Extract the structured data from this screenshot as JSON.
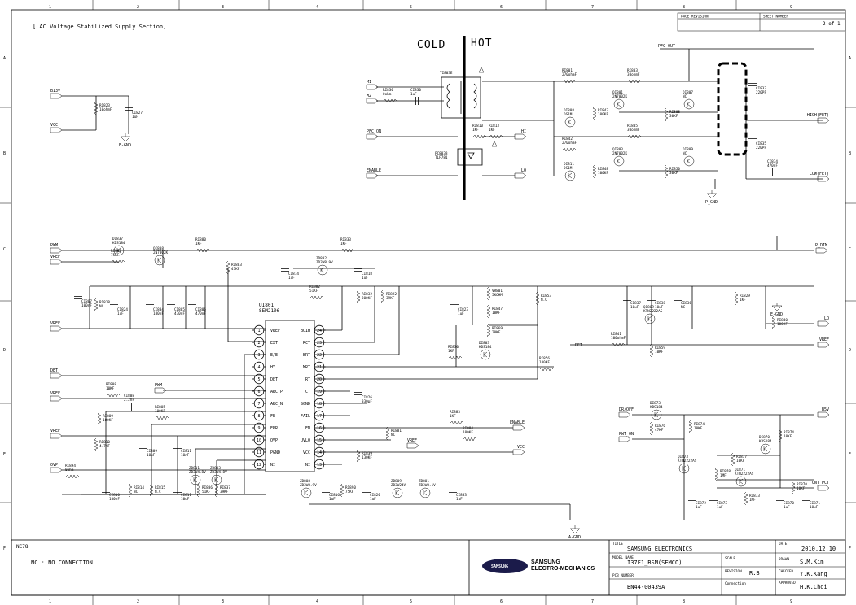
{
  "section_title": "[ AC Voltage Stabilized Supply Section]",
  "cold_label": "COLD",
  "hot_label": "HOT",
  "border": {
    "columns": [
      "1",
      "2",
      "3",
      "4",
      "5",
      "6",
      "7",
      "8",
      "9"
    ],
    "rows": [
      "A",
      "B",
      "C",
      "D",
      "E",
      "F"
    ]
  },
  "header_table": {
    "page_revision_label": "PAGE REVISION",
    "sheet_number_label": "SHEET NUMBER",
    "sheet_value": "2 of 1"
  },
  "ic": {
    "ref": "UI801",
    "part": "SEM2106",
    "left_pins": [
      {
        "num": "1",
        "name": "VREF"
      },
      {
        "num": "2",
        "name": "EXT"
      },
      {
        "num": "3",
        "name": "E/E"
      },
      {
        "num": "4",
        "name": "HY"
      },
      {
        "num": "5",
        "name": "DET"
      },
      {
        "num": "6",
        "name": "ARC_P"
      },
      {
        "num": "7",
        "name": "ARC_N"
      },
      {
        "num": "8",
        "name": "FB"
      },
      {
        "num": "9",
        "name": "ERR"
      },
      {
        "num": "10",
        "name": "OVP"
      },
      {
        "num": "11",
        "name": "PGND"
      },
      {
        "num": "12",
        "name": "NI"
      }
    ],
    "right_pins": [
      {
        "num": "24",
        "name": "BOIH"
      },
      {
        "num": "23",
        "name": "RCT"
      },
      {
        "num": "22",
        "name": "BRT"
      },
      {
        "num": "21",
        "name": "MRT"
      },
      {
        "num": "20",
        "name": "RT"
      },
      {
        "num": "19",
        "name": "CT"
      },
      {
        "num": "18",
        "name": "SGND"
      },
      {
        "num": "17",
        "name": "FAIL"
      },
      {
        "num": "16",
        "name": "EN"
      },
      {
        "num": "15",
        "name": "UVLO"
      },
      {
        "num": "14",
        "name": "VCC"
      },
      {
        "num": "13",
        "name": "NI"
      }
    ]
  },
  "nets": [
    {
      "id": "b13v",
      "text": "B13V"
    },
    {
      "id": "vcc_l",
      "text": "VCC"
    },
    {
      "id": "e_gnd_top",
      "text": "E-GND"
    },
    {
      "id": "pwm_l",
      "text": "PWM"
    },
    {
      "id": "vref_l1",
      "text": "VREF"
    },
    {
      "id": "vref_l2",
      "text": "VREF"
    },
    {
      "id": "det_l",
      "text": "DET"
    },
    {
      "id": "vref_l3",
      "text": "VREF"
    },
    {
      "id": "vref_l4",
      "text": "VREF"
    },
    {
      "id": "ovp_l",
      "text": "OVP"
    },
    {
      "id": "pwm_m",
      "text": "PWM"
    },
    {
      "id": "vref_m",
      "text": "VREF"
    },
    {
      "id": "m1",
      "text": "M1"
    },
    {
      "id": "m2",
      "text": "M2"
    },
    {
      "id": "pfcon",
      "text": "PFC ON"
    },
    {
      "id": "enable_l",
      "text": "ENABLE"
    },
    {
      "id": "hi",
      "text": "HI"
    },
    {
      "id": "lo_top",
      "text": "LO"
    },
    {
      "id": "pfc_out",
      "text": "PFC OUT"
    },
    {
      "id": "high_fet",
      "text": "HIGH(FET)"
    },
    {
      "id": "low_fet",
      "text": "LOW(FET)"
    },
    {
      "id": "p_gnd",
      "text": "P_GND"
    },
    {
      "id": "p_dim",
      "text": "P_DIM"
    },
    {
      "id": "e_gnd_r",
      "text": "E-GND"
    },
    {
      "id": "lo_r",
      "text": "LO"
    },
    {
      "id": "vref_r",
      "text": "VREF"
    },
    {
      "id": "det_m",
      "text": "DET"
    },
    {
      "id": "dr_off",
      "text": "DR/OFF"
    },
    {
      "id": "pwr_on",
      "text": "PWT_ON"
    },
    {
      "id": "b5v",
      "text": "B5V"
    },
    {
      "id": "cnt_pct",
      "text": "CNT_PCT"
    },
    {
      "id": "enable_m",
      "text": "ENABLE"
    },
    {
      "id": "vcc_m",
      "text": "VCC"
    },
    {
      "id": "a_gnd",
      "text": "A-GND"
    }
  ],
  "components": [
    {
      "id": "t_main",
      "ref": "TI803E",
      "val": ""
    },
    {
      "id": "pc8038",
      "ref": "PC803B",
      "val": "TLP781"
    },
    {
      "id": "r_in1",
      "ref": "RI830",
      "val": "0ohm"
    },
    {
      "id": "c_in1",
      "ref": "CI830",
      "val": "1uF"
    },
    {
      "id": "ri801",
      "ref": "RI801",
      "val": "270ohmF"
    },
    {
      "id": "ri803",
      "ref": "RI803",
      "val": "30ohmF"
    },
    {
      "id": "ri843",
      "ref": "RI843",
      "val": "100KF"
    },
    {
      "id": "qi801",
      "ref": "QI801",
      "val": "2N7002K"
    },
    {
      "id": "ri808",
      "ref": "RI808",
      "val": "30KF"
    },
    {
      "id": "di807",
      "ref": "DI807",
      "val": "NC"
    },
    {
      "id": "ci833",
      "ref": "CI833",
      "val": "220PF"
    },
    {
      "id": "di808",
      "ref": "DI808",
      "val": "DS1M"
    },
    {
      "id": "ri805",
      "ref": "RI805",
      "val": "30ohmF"
    },
    {
      "id": "ri842",
      "ref": "RI842",
      "val": "270ohmF"
    },
    {
      "id": "ri848",
      "ref": "RI848",
      "val": "100KF"
    },
    {
      "id": "qi803",
      "ref": "QI803",
      "val": "2N7002K"
    },
    {
      "id": "ri850",
      "ref": "RI850",
      "val": "30KF"
    },
    {
      "id": "di809",
      "ref": "DI809",
      "val": "NC"
    },
    {
      "id": "ci835",
      "ref": "CI835",
      "val": "220PF"
    },
    {
      "id": "ci834",
      "ref": "CI834",
      "val": "470nF"
    },
    {
      "id": "di811",
      "ref": "DI811",
      "val": "DS1M"
    },
    {
      "id": "ri810",
      "ref": "RI810",
      "val": "1KF"
    },
    {
      "id": "ri813",
      "ref": "RI813",
      "val": "1KF"
    },
    {
      "id": "ri823",
      "ref": "RI823",
      "val": "10ohmF"
    },
    {
      "id": "ci827",
      "ref": "CI827",
      "val": "1uF"
    },
    {
      "id": "di837",
      "ref": "DI837",
      "val": "KDS184"
    },
    {
      "id": "ri802",
      "ref": "RI802",
      "val": "75KF"
    },
    {
      "id": "qi808",
      "ref": "QI808",
      "val": "2N7002K"
    },
    {
      "id": "ri880",
      "ref": "RI880",
      "val": "1KF"
    },
    {
      "id": "ri803b",
      "ref": "RI803",
      "val": "47KF"
    },
    {
      "id": "ci814",
      "ref": "CI814",
      "val": "1uF"
    },
    {
      "id": "zd802",
      "ref": "ZD802",
      "val": "ZD3W8.9V"
    },
    {
      "id": "ri833",
      "ref": "RI833",
      "val": "1KF"
    },
    {
      "id": "ci818",
      "ref": "CI818",
      "val": "1uF"
    },
    {
      "id": "ri882",
      "ref": "RI882",
      "val": "51KF"
    },
    {
      "id": "ri832",
      "ref": "RI832",
      "val": "300KF"
    },
    {
      "id": "ri822",
      "ref": "RI822",
      "val": "39KF"
    },
    {
      "id": "ci807",
      "ref": "CI807",
      "val": "100nF"
    },
    {
      "id": "ri818",
      "ref": "RI818",
      "val": "NC"
    },
    {
      "id": "ci824",
      "ref": "CI824",
      "val": "1uF"
    },
    {
      "id": "ci804",
      "ref": "CI804",
      "val": "100nF"
    },
    {
      "id": "ci805",
      "ref": "CI805",
      "val": "470nF"
    },
    {
      "id": "ci806",
      "ref": "CI806",
      "val": "470nF"
    },
    {
      "id": "ci823",
      "ref": "CI823",
      "val": "1uF"
    },
    {
      "id": "vr801",
      "ref": "VR801",
      "val": "5KOHM"
    },
    {
      "id": "ri847",
      "ref": "RI847",
      "val": "18KF"
    },
    {
      "id": "ri869",
      "ref": "RI869",
      "val": "20KF"
    },
    {
      "id": "ri853",
      "ref": "RI853",
      "val": "N.C"
    },
    {
      "id": "di803",
      "ref": "DI803",
      "val": "KDS184"
    },
    {
      "id": "ri830b",
      "ref": "RI830",
      "val": "1KF"
    },
    {
      "id": "ri856",
      "ref": "RI856",
      "val": "100KF"
    },
    {
      "id": "ci837",
      "ref": "CI837",
      "val": "10uF"
    },
    {
      "id": "ci838",
      "ref": "CI838",
      "val": "10uF"
    },
    {
      "id": "ci836",
      "ref": "CI836",
      "val": "NC"
    },
    {
      "id": "ri829",
      "ref": "RI829",
      "val": "1KF"
    },
    {
      "id": "ri840",
      "ref": "RI840",
      "val": "100KF"
    },
    {
      "id": "qi809",
      "ref": "QI809",
      "val": "KTN2222AS"
    },
    {
      "id": "ri841",
      "ref": "RI841",
      "val": "100ohmF"
    },
    {
      "id": "ri859",
      "ref": "RI859",
      "val": "10KF"
    },
    {
      "id": "ri808b",
      "ref": "RI808",
      "val": "10KF"
    },
    {
      "id": "ci808",
      "ref": "CI808",
      "val": "2.2nF"
    },
    {
      "id": "ri809",
      "ref": "RI809",
      "val": "100KF"
    },
    {
      "id": "ri805b",
      "ref": "RI805",
      "val": "100KF"
    },
    {
      "id": "ci826",
      "ref": "CI826",
      "val": "330pF"
    },
    {
      "id": "ri883",
      "ref": "RI883",
      "val": "1KF"
    },
    {
      "id": "ri881",
      "ref": "RI881",
      "val": "NC"
    },
    {
      "id": "ri884",
      "ref": "RI884",
      "val": "100KF"
    },
    {
      "id": "ri839",
      "ref": "RI839",
      "val": "130KF"
    },
    {
      "id": "ri810b",
      "ref": "RI810",
      "val": "4.7KF"
    },
    {
      "id": "ci809",
      "ref": "CI809",
      "val": "10uF"
    },
    {
      "id": "ci811",
      "ref": "CI811",
      "val": "10nF"
    },
    {
      "id": "ri894",
      "ref": "RI894",
      "val": "0ohm"
    },
    {
      "id": "ci810",
      "ref": "CI810",
      "val": "100nF"
    },
    {
      "id": "ri814",
      "ref": "RI814",
      "val": "NC"
    },
    {
      "id": "ri815",
      "ref": "RI815",
      "val": "N.C"
    },
    {
      "id": "ci811b",
      "ref": "CI811",
      "val": "10uF"
    },
    {
      "id": "ri836",
      "ref": "RI836",
      "val": "51KF"
    },
    {
      "id": "ri837",
      "ref": "RI837",
      "val": "39KF"
    },
    {
      "id": "zd811",
      "ref": "ZD811",
      "val": "ZD3W4.8V"
    },
    {
      "id": "zd803",
      "ref": "ZD803",
      "val": "ZD3W4.8V"
    },
    {
      "id": "zd808",
      "ref": "ZD808",
      "val": "ZD3W8.9V"
    },
    {
      "id": "ci816",
      "ref": "CI816",
      "val": "1uF"
    },
    {
      "id": "ri890",
      "ref": "RI890",
      "val": "75KF"
    },
    {
      "id": "ci820",
      "ref": "CI820",
      "val": "1uF"
    },
    {
      "id": "zd809",
      "ref": "ZD809",
      "val": "ZD3W24V"
    },
    {
      "id": "zd801",
      "ref": "ZD801",
      "val": "ZD3W8.1V"
    },
    {
      "id": "ci833b",
      "ref": "CI833",
      "val": "1uF"
    },
    {
      "id": "di873",
      "ref": "DI873",
      "val": "KDS184"
    },
    {
      "id": "ri876",
      "ref": "RI876",
      "val": "47KF"
    },
    {
      "id": "ri874",
      "ref": "RI874",
      "val": "10KF"
    },
    {
      "id": "qi873",
      "ref": "QI873",
      "val": "KTN2222AS"
    },
    {
      "id": "di870",
      "ref": "DI870",
      "val": "KDS184"
    },
    {
      "id": "ri877",
      "ref": "RI877",
      "val": "10KF"
    },
    {
      "id": "ri874b",
      "ref": "RI874",
      "val": "10KF"
    },
    {
      "id": "ri878",
      "ref": "RI878",
      "val": "1MF"
    },
    {
      "id": "qi871",
      "ref": "QI871",
      "val": "KTN2222AS"
    },
    {
      "id": "ci872",
      "ref": "CI872",
      "val": "1uF"
    },
    {
      "id": "ci873",
      "ref": "CI873",
      "val": "1uF"
    },
    {
      "id": "ri873",
      "ref": "RI873",
      "val": "1MF"
    },
    {
      "id": "ci870",
      "ref": "CI870",
      "val": "1uF"
    },
    {
      "id": "ri870",
      "ref": "RI870",
      "val": "10KF"
    },
    {
      "id": "ci871",
      "ref": "CI871",
      "val": "10uF"
    }
  ],
  "title_block": {
    "nc_label": "NC78",
    "nc_note": "NC : NO CONNECTION",
    "logo_text": "SAMSUNG",
    "company_line1": "SAMSUNG",
    "company_line2": "ELECTRO-MECHANICS",
    "title_label": "TITLE",
    "title_value": "SAMSUNG ELECTRONICS",
    "model_label": "MODEL NAME",
    "model_value": "I37F1_BSM(SEMCO)",
    "part_label": "PCB NUMBER",
    "part_value": "BN44-00439A",
    "scale_label": "SCALE",
    "revision_label": "REVISION",
    "revision_value": "R.B",
    "connection_label": "Connection",
    "date_label": "DATE",
    "date_value": "2010.12.10",
    "drawn_label": "DRAWN",
    "drawn_value": "S.M.Kim",
    "checked_label": "CHECKED",
    "checked_value": "Y.K.Kang",
    "approved_label": "APPROVED",
    "approved_value": "H.K.Choi"
  }
}
